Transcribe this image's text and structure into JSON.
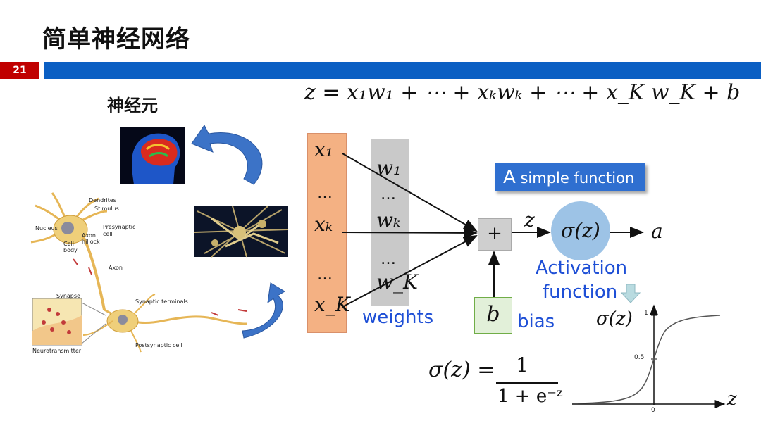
{
  "slide": {
    "title": "简单神经网络",
    "page_number": "21",
    "neuron_heading": "神经元"
  },
  "formula": {
    "main": "z = x₁w₁ + ⋯ + xₖwₖ + ⋯ + x_K w_K + b"
  },
  "inputs": {
    "x1": "x₁",
    "dots1": "…",
    "xk": "xₖ",
    "dots2": "…",
    "xK": "x_K"
  },
  "weights": {
    "w1": "w₁",
    "dots1": "…",
    "wk": "wₖ",
    "dots2": "…",
    "wK": "w_K",
    "label": "weights"
  },
  "summation": {
    "symbol": "+",
    "output": "z"
  },
  "bias": {
    "symbol": "b",
    "label": "bias"
  },
  "activation": {
    "callout_prefix": "A",
    "callout_rest": " simple function",
    "node": "σ(z)",
    "output": "a",
    "label_line1": "Activation",
    "label_line2": "function"
  },
  "sigmoid_formula": {
    "lhs": "σ(z) =",
    "numerator": "1",
    "denominator": "1 + e⁻ᶻ"
  },
  "sigmoid_plot": {
    "ylabel": "σ(z)",
    "xlabel": "z",
    "tick_1": "1",
    "tick_05": "0.5",
    "tick_0": "0"
  },
  "neuron_labels": {
    "dendrites": "Dendrites",
    "stimulus": "Stimulus",
    "nucleus": "Nucleus",
    "presynaptic": "Presynaptic",
    "cell_word": "cell",
    "axon_hillock_1": "Axon",
    "axon_hillock_2": "hillock",
    "cell_body_1": "Cell",
    "cell_body_2": "body",
    "axon": "Axon",
    "synapse": "Synapse",
    "synaptic_terminals": "Synaptic terminals",
    "neurotransmitter": "Neurotransmitter",
    "postsynaptic": "Postsynaptic cell"
  },
  "colors": {
    "accent_red": "#c00000",
    "accent_blue": "#0b5fc3",
    "input_fill": "#f4b183",
    "weight_fill": "#c9c9c9",
    "activation_fill": "#9dc3e6",
    "bias_fill": "#e2f0d9",
    "label_blue": "#1e4fd6"
  }
}
